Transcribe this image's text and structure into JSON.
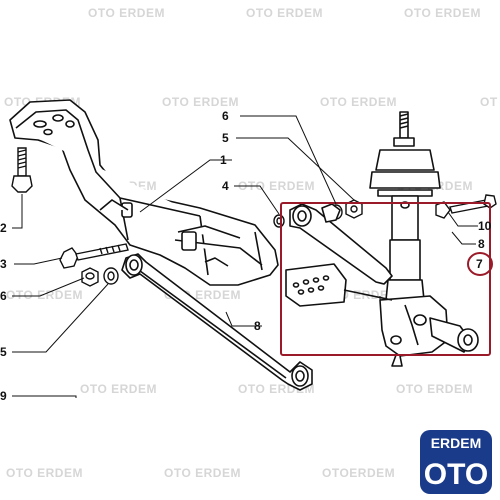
{
  "watermark": {
    "text_a": "OTO ERDEM",
    "text_b": "OTOERDEM",
    "text_c": "OT"
  },
  "callouts": {
    "c1": "1",
    "c2": "2",
    "c3": "3",
    "c4": "4",
    "c5a": "5",
    "c5b": "5",
    "c6a": "6",
    "c6b": "6",
    "c7": "7",
    "c8a": "8",
    "c8b": "8",
    "c9": "9",
    "c10": "10"
  },
  "logo": {
    "top_text": "ERDEM",
    "bottom_text": "OTO",
    "color": "#1a3a8a"
  },
  "colors": {
    "highlight_box": "#9a1a2a",
    "line": "#111111"
  }
}
